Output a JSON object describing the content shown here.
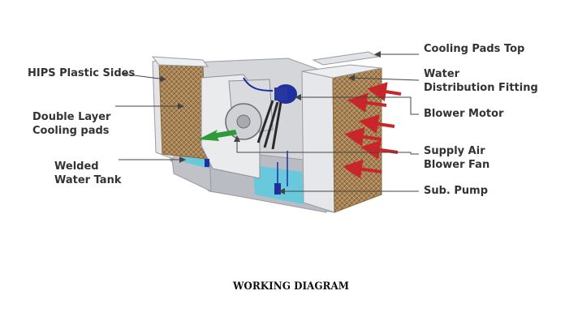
{
  "callouts": {
    "hips_plastic_sides": "HIPS Plastic Sides",
    "double_layer_pads": [
      "Double Layer",
      "Cooling pads"
    ],
    "welded_water_tank": [
      "Welded",
      "Water Tank"
    ],
    "cooling_pads_top": "Cooling Pads Top",
    "water_distribution": [
      "Water",
      "Distribution Fitting"
    ],
    "blower_motor": "Blower Motor",
    "supply_air_blower_fan": [
      "Supply Air",
      "Blower Fan"
    ],
    "sub_pump": "Sub. Pump"
  },
  "caption": "WORKING DIAGRAM",
  "colors": {
    "text": "#333333",
    "leader": "#444444",
    "cooling_pad": "#a88457",
    "housing": "#c9cbd0",
    "water": "#5fc9df",
    "airflow_arrow": "#c8262a",
    "outflow_arrow": "#2f9a3a",
    "motor": "#1e2f9e"
  }
}
